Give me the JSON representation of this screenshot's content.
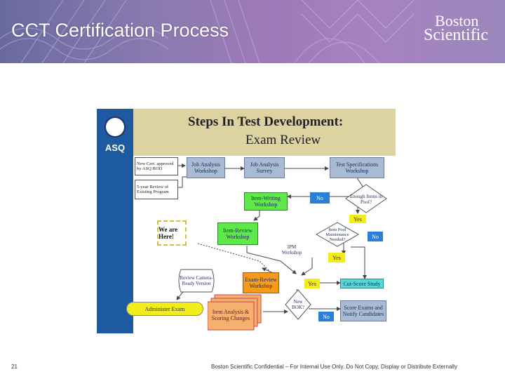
{
  "header": {
    "title": "CCT Certification Process",
    "logo_line1": "Boston",
    "logo_line2": "Scientific"
  },
  "figure": {
    "org": "ASQ",
    "heading_line1": "Steps In Test Development:",
    "heading_line2": "Exam Review",
    "nodes": {
      "new_cert": "New Cert. approved by ASQ BOD",
      "review": "5-year Review of Existing Program",
      "job_analysis_workshop": "Job Analysis Workshop",
      "job_analysis_survey": "Job Analysis Survey",
      "test_specs": "Test Specifications Workshop",
      "enough_items": "Enough Items in Pool?",
      "item_writing": "Item-Writing Workshop",
      "item_review": "Item-Review Workshop",
      "item_pool": "Item Pool Maintenance Needed?",
      "ipm": "IPM Workshop",
      "review_camera": "Review Camera-Ready Version",
      "exam_review": "Exam-Review Workshop",
      "cut_score": "Cut-Score Study",
      "administer": "Administer Exam",
      "item_analysis": "Item Analysis & Scoring Changes",
      "new_bok": "New BOK?",
      "score_exams": "Score Exams and Notify Candidates"
    },
    "labels": {
      "no1": "No",
      "yes1": "Yes",
      "no2": "No",
      "yes2": "Yes",
      "yes3": "Yes",
      "no3": "No",
      "we_are_here": "We are Here!"
    }
  },
  "footer": {
    "page_number": "21",
    "confidential": "Boston Scientific Confidential – For Internal Use Only. Do Not Copy, Display or Distribute Externally"
  }
}
